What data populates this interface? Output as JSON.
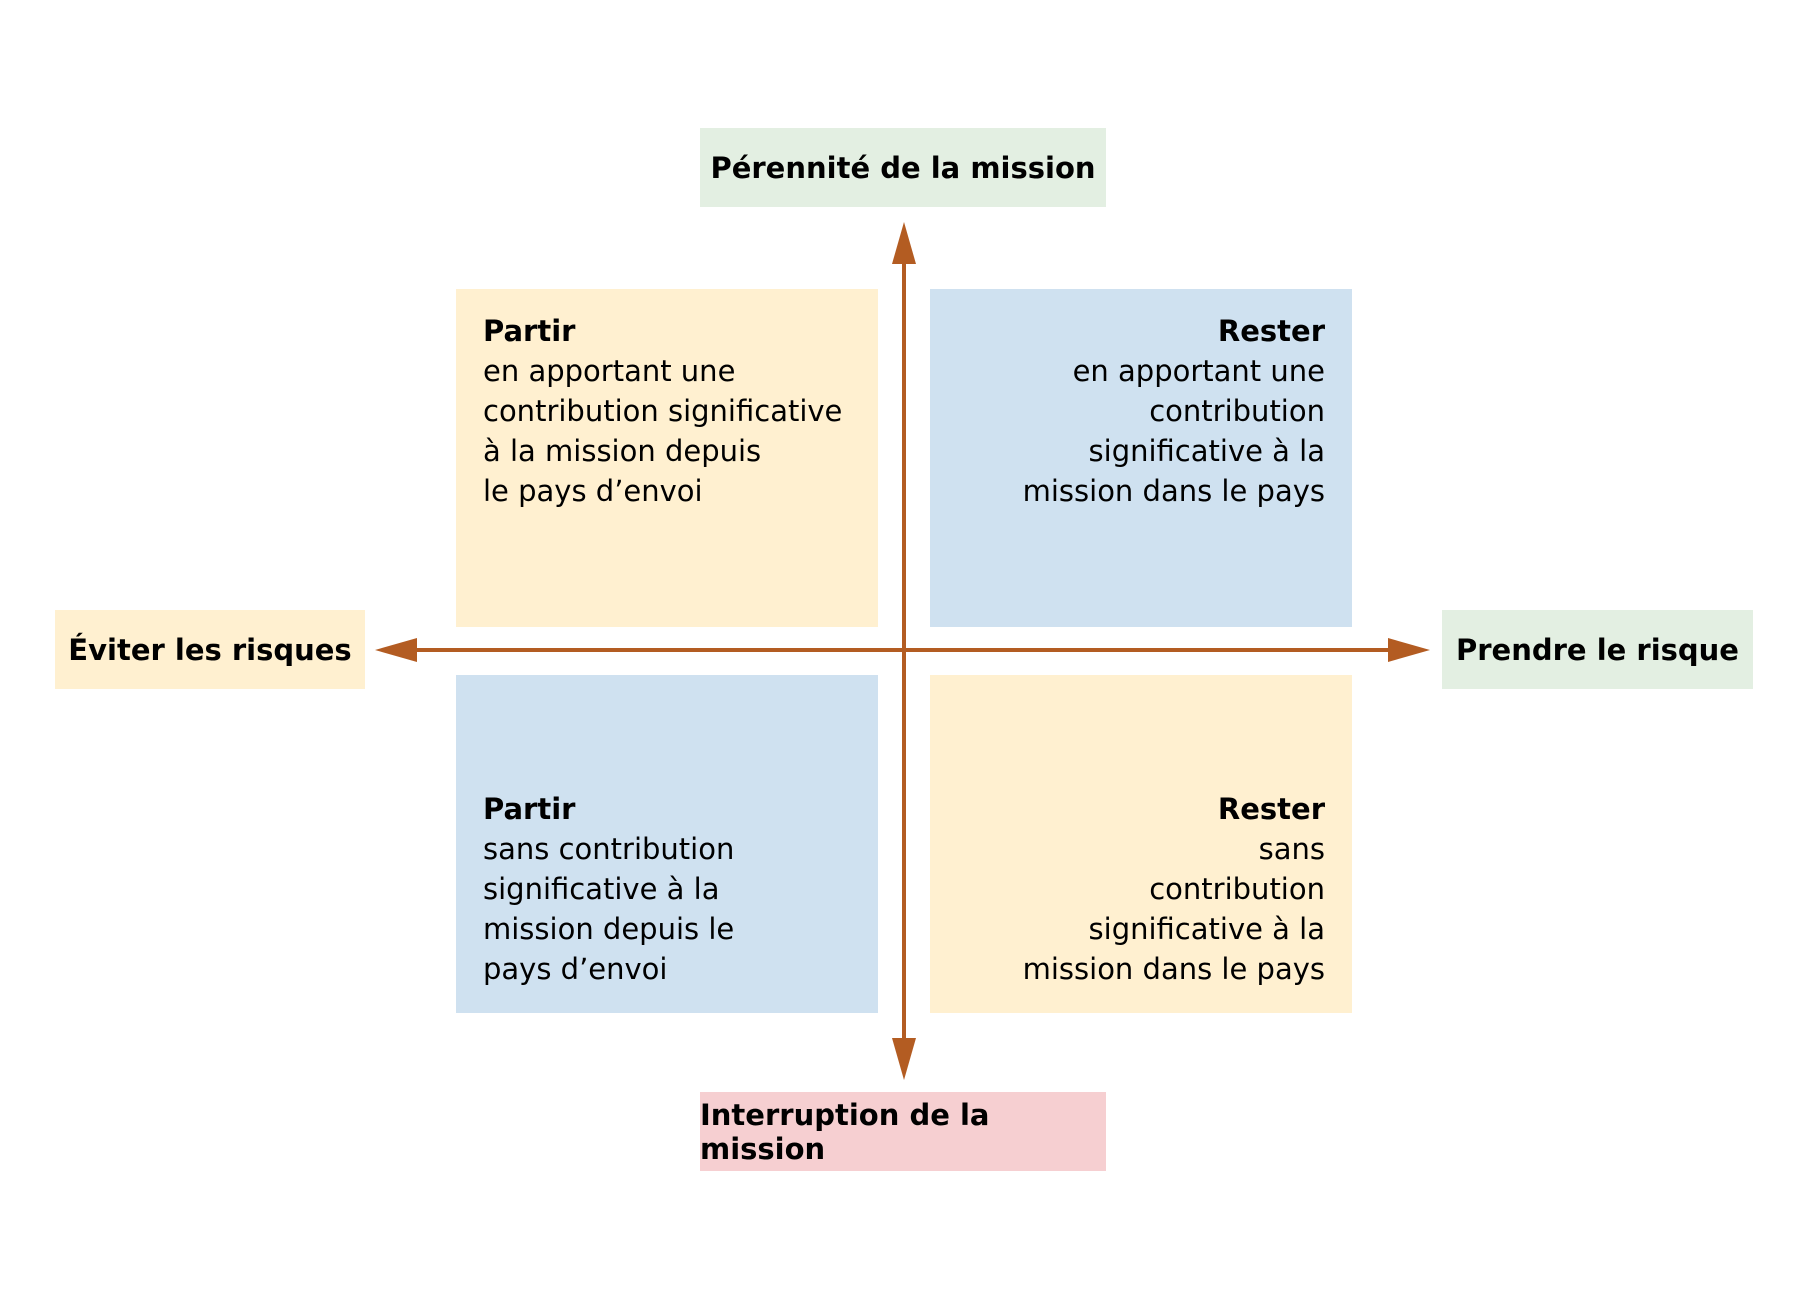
{
  "axes": {
    "top": "Pérennité de la mission",
    "bottom": "Interruption de la mission",
    "left": "Éviter les risques",
    "right": "Prendre le risque"
  },
  "quadrants": {
    "top_left": {
      "title": "Partir",
      "lines": [
        "en apportant une",
        "contribution significative",
        "à la mission depuis",
        "le pays d’envoi"
      ]
    },
    "top_right": {
      "title": "Rester",
      "lines": [
        "en apportant une",
        "contribution",
        "significative à la",
        "mission dans le pays"
      ]
    },
    "bottom_left": {
      "title": "Partir",
      "lines": [
        "sans contribution",
        "significative à la",
        "mission depuis le",
        "pays d’envoi"
      ]
    },
    "bottom_right": {
      "title": "Rester",
      "lines": [
        "sans",
        "contribution",
        "significative à la",
        "mission dans le pays"
      ]
    }
  },
  "colors": {
    "green_label": "#e3efe2",
    "pink_label": "#f6cfd1",
    "yellow": "#fff0d0",
    "blue": "#cfe1f0",
    "arrow": "#b35c22"
  }
}
